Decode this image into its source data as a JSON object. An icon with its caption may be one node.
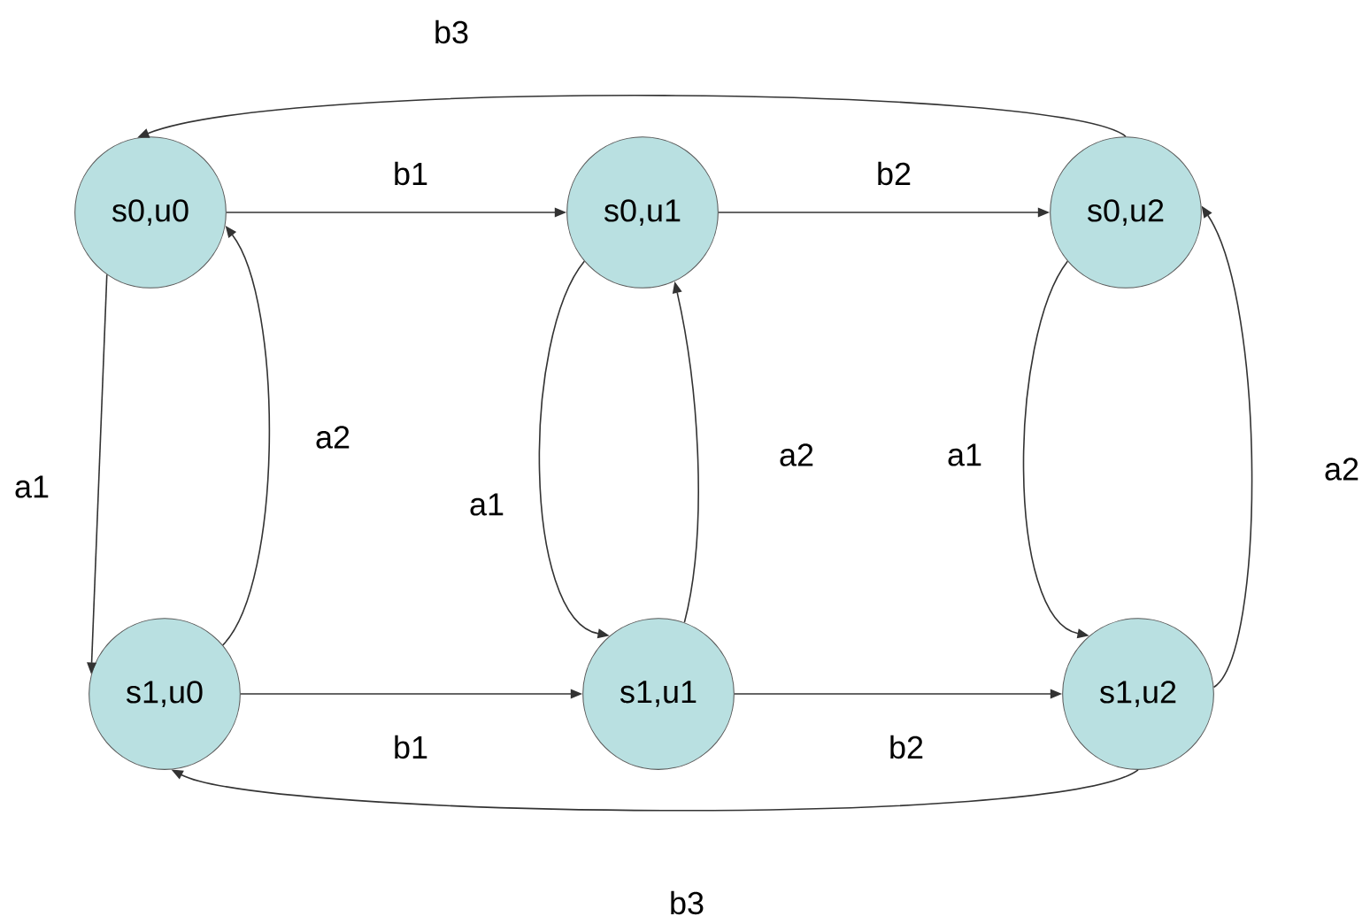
{
  "diagram": {
    "nodes": [
      {
        "text": [
          "s0,u0"
        ]
      },
      {
        "text": [
          "s0,u1"
        ]
      },
      {
        "text": [
          "s0,u2"
        ]
      },
      {
        "text": [
          "s1,u0"
        ]
      },
      {
        "text": [
          "s1,u1"
        ]
      },
      {
        "text": [
          "s1,u2"
        ]
      }
    ],
    "edges": [
      {
        "from": 0,
        "to": 1,
        "arrow": "to",
        "label": "b1"
      },
      {
        "from": 1,
        "to": 2,
        "arrow": "to",
        "label": "b2"
      },
      {
        "from": 2,
        "to": 0,
        "arrow": "to",
        "label": "b3"
      },
      {
        "from": 0,
        "to": 3,
        "arrow": "to",
        "label": "a1"
      },
      {
        "from": 3,
        "to": 0,
        "arrow": "to",
        "label": "a2"
      },
      {
        "from": 1,
        "to": 4,
        "arrow": "to",
        "label": "a1"
      },
      {
        "from": 4,
        "to": 1,
        "arrow": "to",
        "label": "a2"
      },
      {
        "from": 2,
        "to": 5,
        "arrow": "to",
        "label": "a1"
      },
      {
        "from": 5,
        "to": 2,
        "arrow": "to",
        "label": "a2"
      },
      {
        "from": 3,
        "to": 4,
        "arrow": "to",
        "label": "b1"
      },
      {
        "from": 4,
        "to": 5,
        "arrow": "to",
        "label": "b2"
      },
      {
        "from": 5,
        "to": 3,
        "arrow": "to",
        "label": "b3"
      }
    ]
  }
}
